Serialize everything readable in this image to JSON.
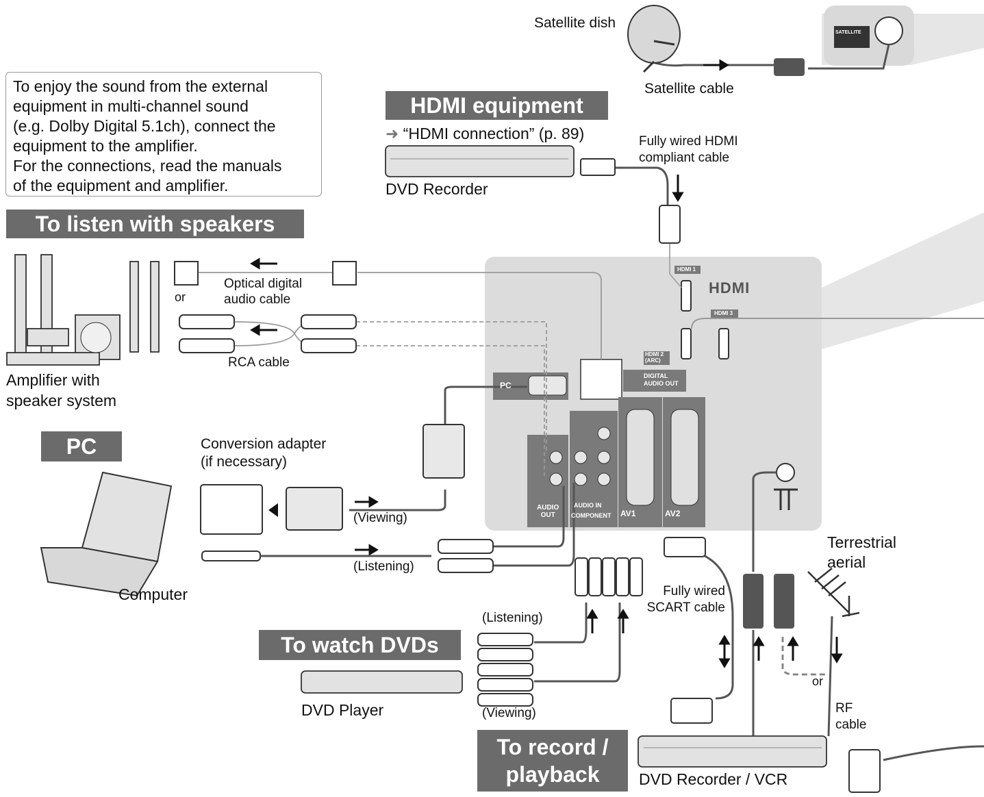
{
  "note": {
    "lines": [
      "To enjoy the sound from the external",
      "equipment in multi-channel sound",
      "(e.g. Dolby Digital 5.1ch), connect the",
      "equipment to the amplifier.",
      "For the connections, read the manuals",
      "of the equipment and amplifier."
    ]
  },
  "sections": {
    "hdmi_equipment": "HDMI equipment",
    "hdmi_reference": "“HDMI connection” (p. 89)",
    "listen_speakers": "To listen with speakers",
    "pc": "PC",
    "watch_dvds": "To watch DVDs",
    "record_line1": "To record /",
    "record_line2": "playback"
  },
  "devices": {
    "satellite_dish": "Satellite dish",
    "satellite_cable": "Satellite cable",
    "dvd_recorder": "DVD Recorder",
    "hdmi_cable_line1": "Fully wired HDMI",
    "hdmi_cable_line2": "compliant cable",
    "amplifier_line1": "Amplifier with",
    "amplifier_line2": "speaker system",
    "optical_line1": "Optical digital",
    "optical_line2": "audio cable",
    "or_1": "or",
    "rca_cable": "RCA cable",
    "conversion_line1": "Conversion adapter",
    "conversion_line2": "(if necessary)",
    "viewing_pc": "(Viewing)",
    "listening_pc": "(Listening)",
    "computer": "Computer",
    "listening_dvd": "(Listening)",
    "viewing_dvd": "(Viewing)",
    "dvd_player": "DVD Player",
    "scart_line1": "Fully wired",
    "scart_line2": "SCART cable",
    "terrestrial_line1": "Terrestrial",
    "terrestrial_line2": "aerial",
    "or_2": "or",
    "rf_line1": "RF",
    "rf_line2": "cable",
    "dvd_recorder_vcr": "DVD Recorder / VCR"
  },
  "panel": {
    "hdmi_logo": "HDMI",
    "hdmi1": "HDMI 1",
    "hdmi2": "HDMI 2",
    "arc": "(ARC)",
    "hdmi3": "HDMI 3",
    "digital_audio_out_1": "DIGITAL",
    "digital_audio_out_2": "AUDIO OUT",
    "audio_out_1": "AUDIO",
    "audio_out_2": "OUT",
    "audio_in": "AUDIO IN",
    "component": "COMPONENT",
    "av1": "AV1",
    "av2": "AV2",
    "pc_port": "PC",
    "satellite_plate": "SATELLITE"
  },
  "colors": {
    "banner": "#6b6b6b",
    "panel": "#dcdcdc",
    "cable": "#555555"
  }
}
